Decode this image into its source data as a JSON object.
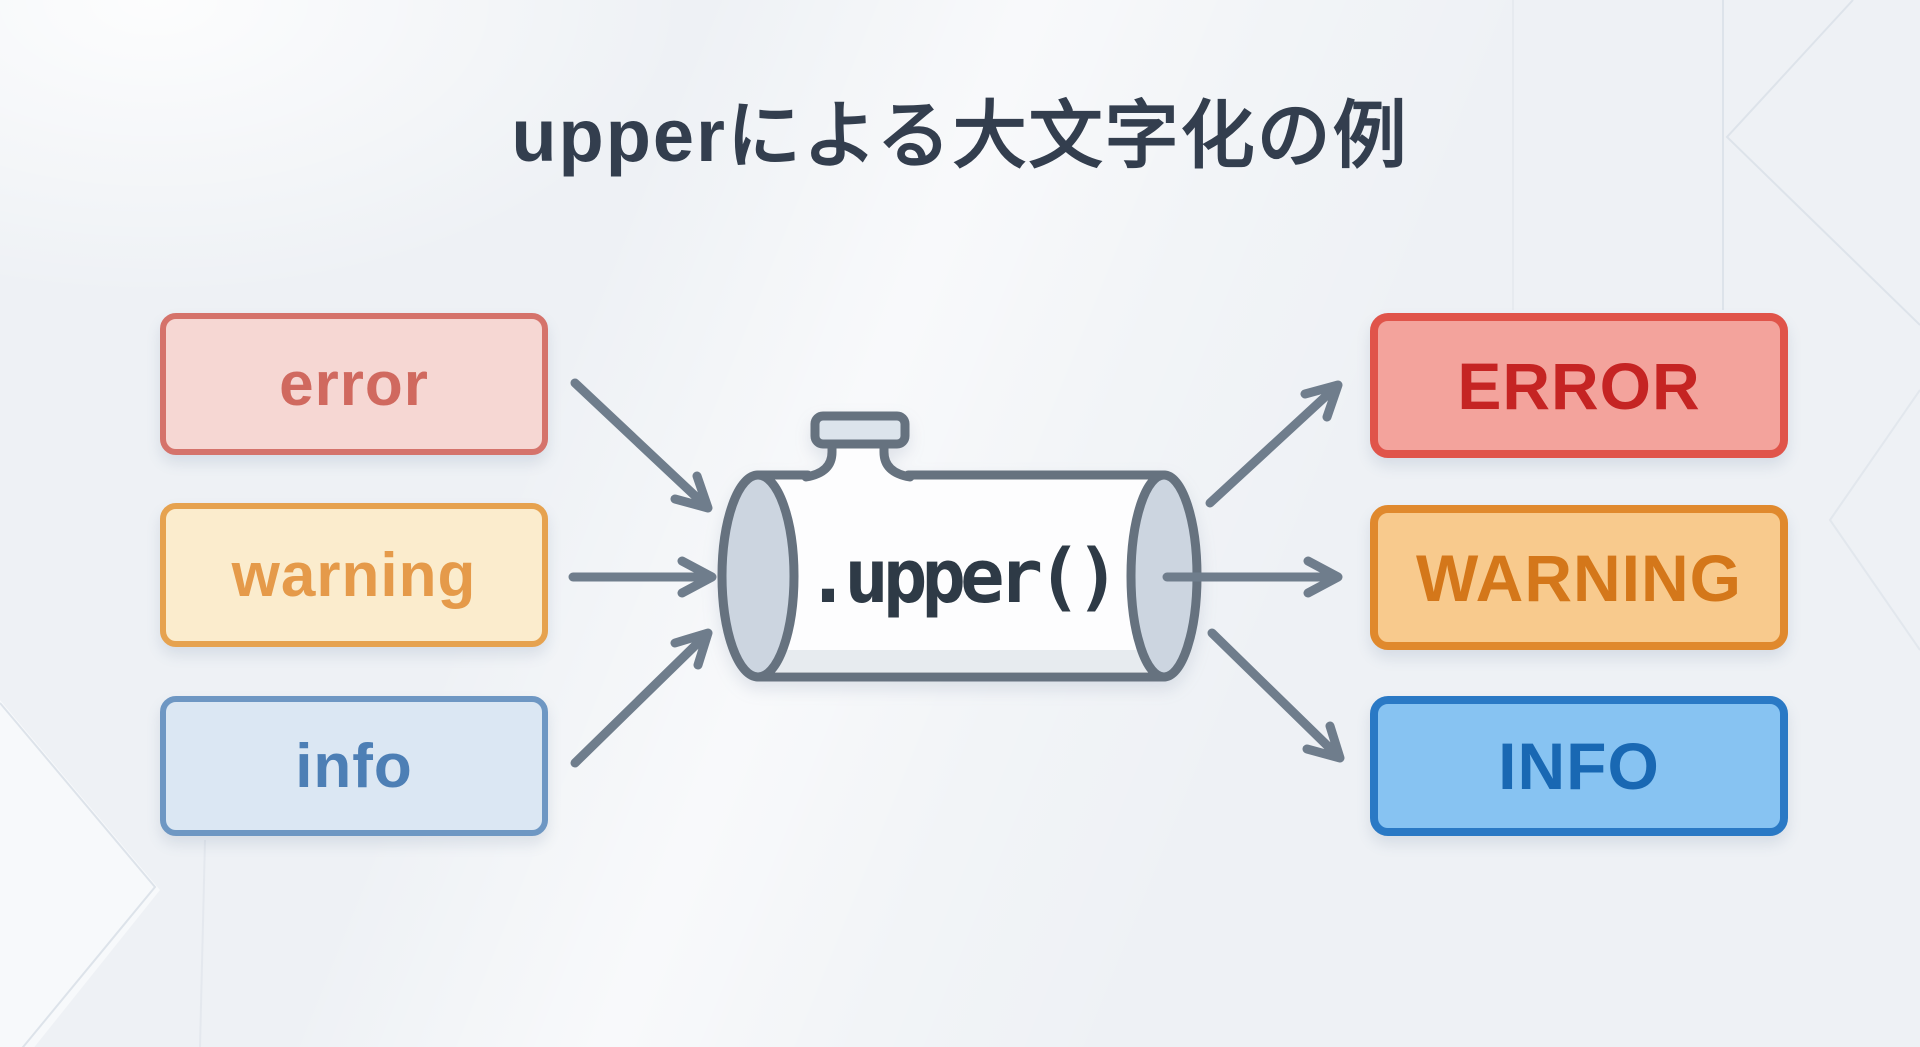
{
  "title": {
    "text": "upperによる大文字化の例"
  },
  "diagram": {
    "inputs": [
      {
        "id": "error",
        "label": "error"
      },
      {
        "id": "warning",
        "label": "warning"
      },
      {
        "id": "info",
        "label": "info"
      }
    ],
    "machine": {
      "label": ".upper()"
    },
    "outputs": [
      {
        "id": "error",
        "label": "ERROR"
      },
      {
        "id": "warning",
        "label": "WARNING"
      },
      {
        "id": "info",
        "label": "INFO"
      }
    ]
  },
  "colors": {
    "background": "#eef1f5",
    "title_text": "#333e4e",
    "arrow": "#6f7d8c",
    "machine_stroke": "#66727f",
    "machine_body": "#fdfdfe",
    "machine_end": "#ccd5e0",
    "machine_cap": "#dce4ec",
    "machine_text": "#2e3a46",
    "input_error_bg": "#f6d7d3",
    "input_error_border": "#d5736b",
    "input_error_text": "#d0695f",
    "input_warning_bg": "#fbeccd",
    "input_warning_border": "#e6a24f",
    "input_warning_text": "#e59a4a",
    "input_info_bg": "#dbe7f3",
    "input_info_border": "#6e97c3",
    "input_info_text": "#4d7fb5",
    "output_error_bg": "#f3a39c",
    "output_error_border": "#e0544a",
    "output_error_text": "#c52423",
    "output_warning_bg": "#f8ca8d",
    "output_warning_border": "#e0892d",
    "output_warning_text": "#d4771a",
    "output_info_bg": "#87c3f2",
    "output_info_border": "#2a79c5",
    "output_info_text": "#1968b3"
  }
}
